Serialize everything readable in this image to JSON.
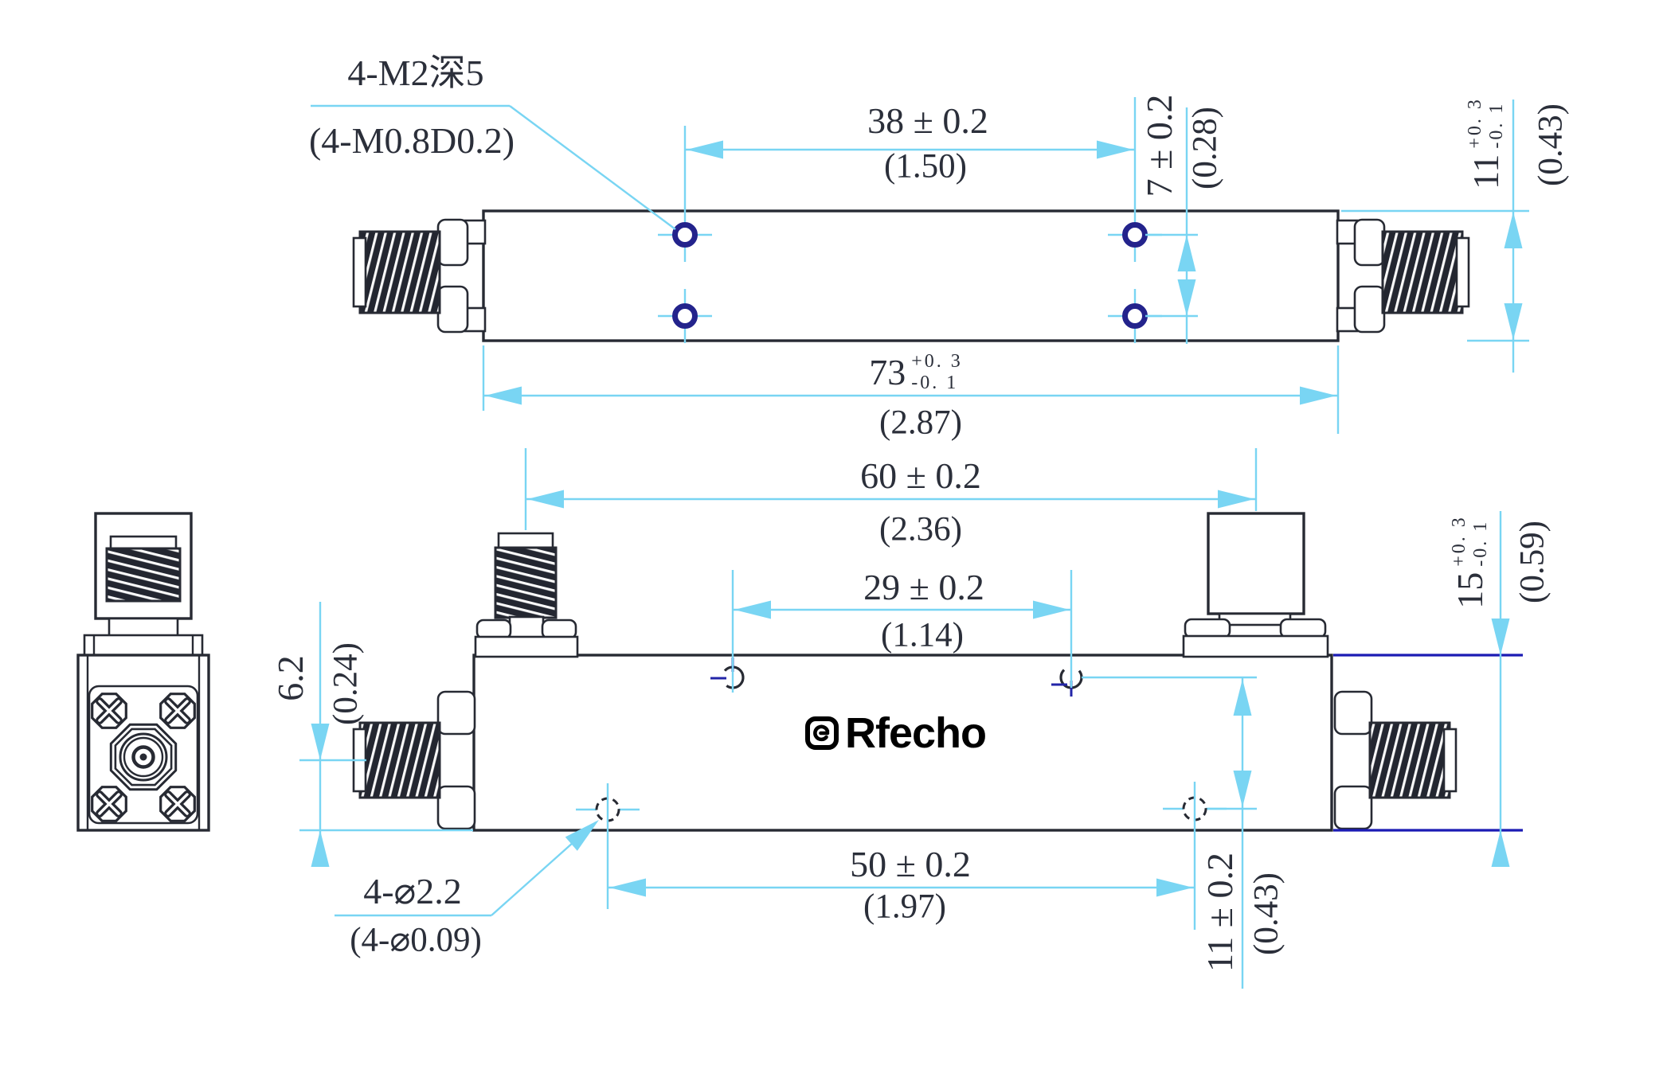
{
  "logo": {
    "text": "Rfecho"
  },
  "callouts": {
    "screw": {
      "line1": "4-M2深5",
      "line2": "(4-M0.8D0.2)"
    },
    "hole": {
      "line1": "4-⌀2.2",
      "line2": "(4-⌀0.09)"
    }
  },
  "dimensions": {
    "d38": {
      "mm": "38 ± 0.2",
      "inch": "(1.50)"
    },
    "d7": {
      "mm": "7 ± 0.2",
      "inch": "(0.28)"
    },
    "d11_top": {
      "mm": "11",
      "tol_plus": "+0. 3",
      "tol_minus": "-0. 1",
      "inch": "(0.43)"
    },
    "d73": {
      "mm": "73",
      "tol_plus": "+0. 3",
      "tol_minus": "-0. 1",
      "inch": "(2.87)"
    },
    "d60": {
      "mm": "60 ± 0.2",
      "inch": "(2.36)"
    },
    "d29": {
      "mm": "29 ± 0.2",
      "inch": "(1.14)"
    },
    "d15": {
      "mm": "15",
      "tol_plus": "+0. 3",
      "tol_minus": "-0. 1",
      "inch": "(0.59)"
    },
    "d6_2": {
      "mm": "6.2",
      "inch": "(0.24)"
    },
    "d50": {
      "mm": "50 ± 0.2",
      "inch": "(1.97)"
    },
    "d11_bottom": {
      "mm": "11 ± 0.2",
      "inch": "(0.43)"
    }
  },
  "colors": {
    "dimension_cyan": "#79d5f3",
    "navy_accent": "#2325a8",
    "hole_ring_navy": "#23238c",
    "drawing_line": "#272a33",
    "text": "#2b2f3a",
    "logo": "#000000"
  }
}
